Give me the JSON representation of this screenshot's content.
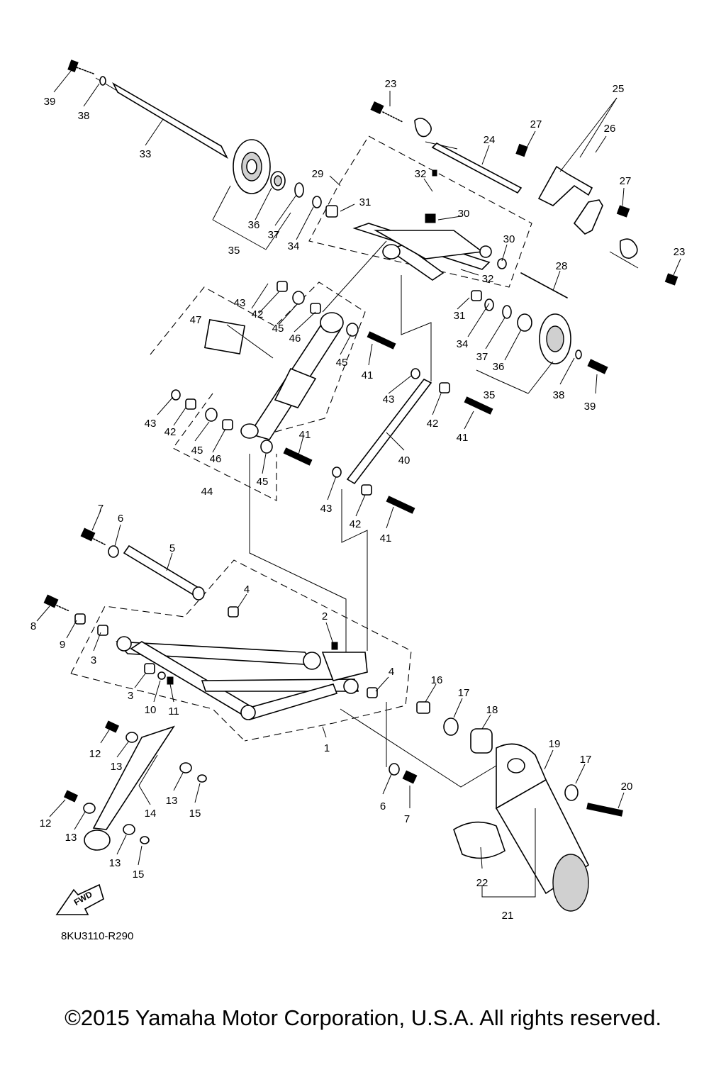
{
  "diagram_code": "8KU3110-R290",
  "fwd_label": "FWD",
  "copyright": "©2015 Yamaha Motor Corporation, U.S.A. All rights reserved.",
  "callouts": [
    "1",
    "2",
    "3",
    "3",
    "4",
    "4",
    "5",
    "6",
    "6",
    "7",
    "7",
    "8",
    "9",
    "10",
    "11",
    "12",
    "12",
    "13",
    "13",
    "13",
    "13",
    "14",
    "15",
    "15",
    "16",
    "17",
    "17",
    "18",
    "19",
    "20",
    "21",
    "22",
    "23",
    "23",
    "24",
    "25",
    "26",
    "27",
    "27",
    "28",
    "29",
    "30",
    "30",
    "31",
    "31",
    "32",
    "32",
    "33",
    "34",
    "34",
    "35",
    "35",
    "36",
    "36",
    "37",
    "37",
    "38",
    "38",
    "39",
    "39",
    "40",
    "41",
    "41",
    "41",
    "41",
    "42",
    "42",
    "42",
    "42",
    "43",
    "43",
    "43",
    "43",
    "44",
    "45",
    "45",
    "45",
    "45",
    "46",
    "46",
    "47"
  ]
}
